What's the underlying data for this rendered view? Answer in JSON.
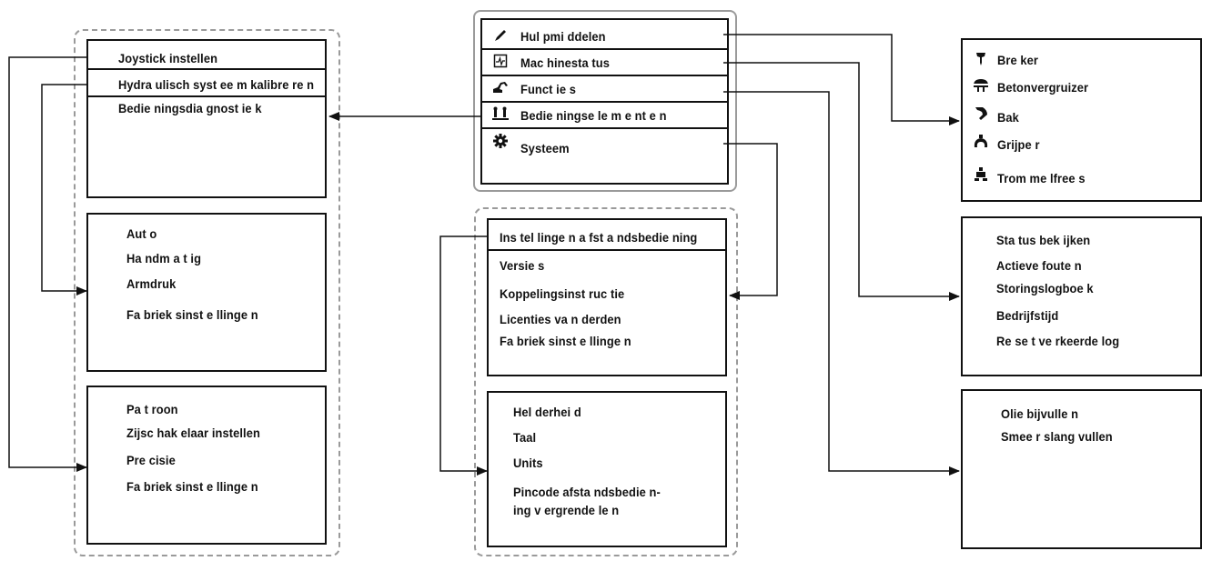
{
  "main_menu": {
    "items": [
      {
        "label": "Hul pmi ddelen",
        "icon": "pencil-icon"
      },
      {
        "label": "Mac hinesta tus",
        "icon": "monitor-icon"
      },
      {
        "label": "Funct ie s",
        "icon": "excavator-icon"
      },
      {
        "label": "Bedie ningse le m e nt e n",
        "icon": "controls-icon"
      },
      {
        "label": "Systeem",
        "icon": "gear-icon"
      }
    ]
  },
  "tools_menu": {
    "items": [
      {
        "label": "Bre ker",
        "icon": "breaker-icon"
      },
      {
        "label": "Betonvergruizer",
        "icon": "crusher-icon"
      },
      {
        "label": "Bak",
        "icon": "bucket-icon"
      },
      {
        "label": "Grijpe r",
        "icon": "grapple-icon"
      },
      {
        "label": "Trom me lfree s",
        "icon": "drum-cutter-icon"
      }
    ]
  },
  "controls_menu": {
    "items": [
      "Joystick instellen",
      "Hydra ulisch syst ee m kalibre re n",
      "Bedie ningsdia gnost ie k"
    ]
  },
  "joystick_menu": {
    "items": [
      "Aut o",
      "Ha ndm a t ig",
      "Armdruk",
      "Fa briek sinst e llinge n"
    ]
  },
  "hydraulic_menu": {
    "items": [
      "Pa t roon",
      "Zijsc hak elaar  instellen",
      "Pre cisie",
      "Fa briek sinst e llinge n"
    ]
  },
  "system_menu": {
    "items": [
      "Ins tel linge n a fst a ndsbedie ning",
      "Versie s",
      "Koppelingsinst ruc tie",
      "Licenties va n derden",
      "Fa briek sinst e llinge n"
    ]
  },
  "remote_menu": {
    "items": [
      "Hel derhei d",
      "Taal",
      "Units",
      "Pincode afsta ndsbedie n-",
      "ing v ergrende le n"
    ]
  },
  "status_menu": {
    "items": [
      "Sta tus  bek ijken",
      "Actieve  foute n",
      "Storingslogboe k",
      "Bedrijfstijd",
      "Re se t ve rkeerde log"
    ]
  },
  "functions_menu": {
    "items": [
      "Olie bijvulle n",
      "Smee r slang vullen"
    ]
  }
}
